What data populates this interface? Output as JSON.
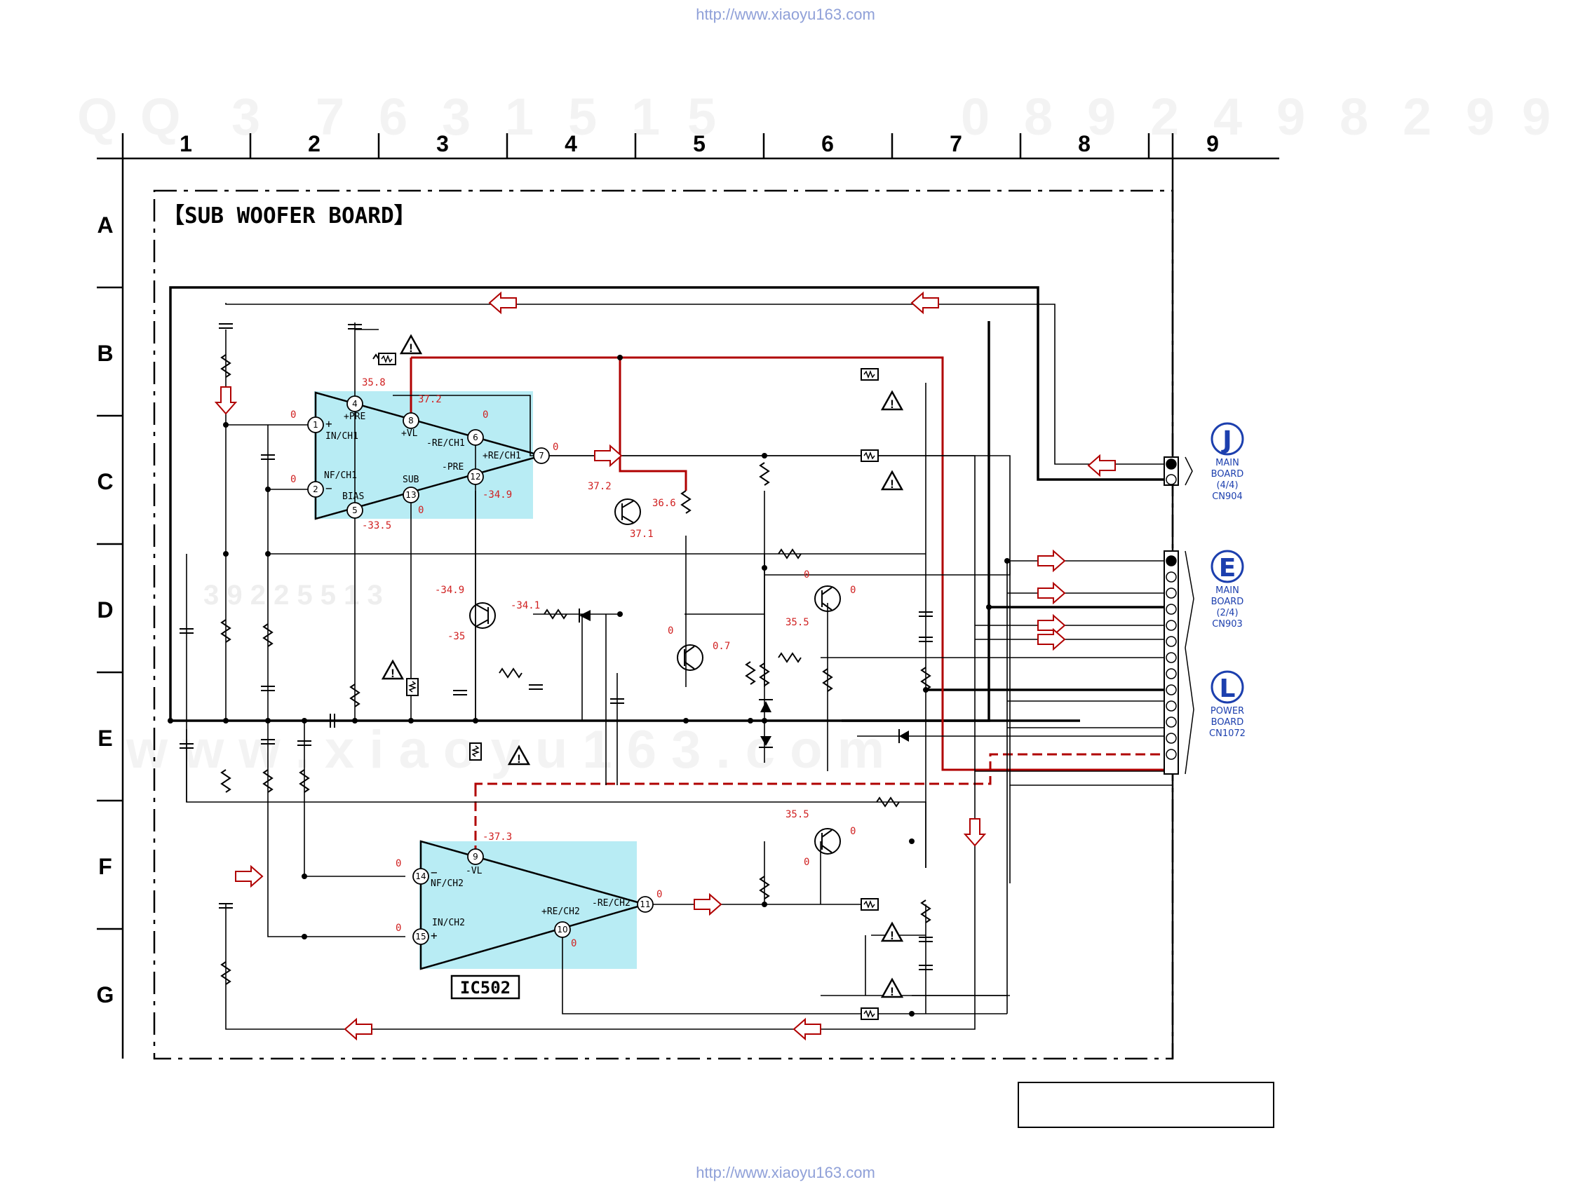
{
  "watermark": {
    "url": "http://www.xiaoyu163.com",
    "top_numbers": [
      "Q",
      "Q",
      "3",
      "7",
      "6",
      "3",
      "1",
      "5",
      "1",
      "5",
      "0",
      "8",
      "9",
      "2",
      "4",
      "9",
      "8",
      "2",
      "9",
      "9"
    ],
    "bottom_text": "w w w . x i a o y u 1 6 3 . c o m",
    "mid_text": "3 9 2 2 5 5 1 3"
  },
  "grid": {
    "columns": [
      "1",
      "2",
      "3",
      "4",
      "5",
      "6",
      "7",
      "8",
      "9"
    ],
    "rows": [
      "A",
      "B",
      "C",
      "D",
      "E",
      "F",
      "G"
    ]
  },
  "board_title": "【SUB WOOFER BOARD】",
  "ic": {
    "label": "IC502",
    "ch1_pins": [
      {
        "num": "4",
        "name": "+PRE",
        "v": "35.8"
      },
      {
        "num": "8",
        "name": "+VL",
        "v": "37.2"
      },
      {
        "num": "6",
        "name": "-RE/CH1",
        "v": "0"
      },
      {
        "num": "1",
        "name": "IN/CH1",
        "v": "0"
      },
      {
        "num": "2",
        "name": "NF/CH1",
        "v": "0"
      },
      {
        "num": "5",
        "name": "BIAS",
        "v": "-33.5"
      },
      {
        "num": "13",
        "name": "SUB",
        "v": "0"
      },
      {
        "num": "12",
        "name": "-PRE",
        "v": "-34.9"
      },
      {
        "num": "7",
        "name": "+RE/CH1",
        "v": "0"
      }
    ],
    "ch2_pins": [
      {
        "num": "9",
        "name": "-VL",
        "v": "-37.3"
      },
      {
        "num": "14",
        "name": "NF/CH2",
        "v": "0"
      },
      {
        "num": "15",
        "name": "IN/CH2",
        "v": "0"
      },
      {
        "num": "10",
        "name": "+RE/CH2",
        "v": "0"
      },
      {
        "num": "11",
        "name": "-RE/CH2",
        "v": "0"
      }
    ]
  },
  "transistor_voltages": {
    "q1": [
      "37.2",
      "36.6",
      "37.1"
    ],
    "q2": [
      "-34.9",
      "-34.1",
      "-35"
    ],
    "q3": [
      "0",
      "0.7"
    ],
    "q4": [
      "0",
      "0",
      "35.5"
    ],
    "q5": [
      "35.5",
      "0",
      "0"
    ]
  },
  "connectors": [
    {
      "letter": "J",
      "lines": [
        "MAIN",
        "BOARD",
        "(4/4)",
        "CN904"
      ]
    },
    {
      "letter": "E",
      "lines": [
        "MAIN",
        "BOARD",
        "(2/4)",
        "CN903"
      ]
    },
    {
      "letter": "L",
      "lines": [
        "POWER",
        "BOARD",
        "CN1072"
      ]
    }
  ],
  "colors": {
    "wire": "#000000",
    "power_rail": "#b00000",
    "voltage_text": "#d02020",
    "ic_fill": "#b8ecf4",
    "connector_blue": "#1c3fae",
    "watermark": "#f4f4f4"
  }
}
